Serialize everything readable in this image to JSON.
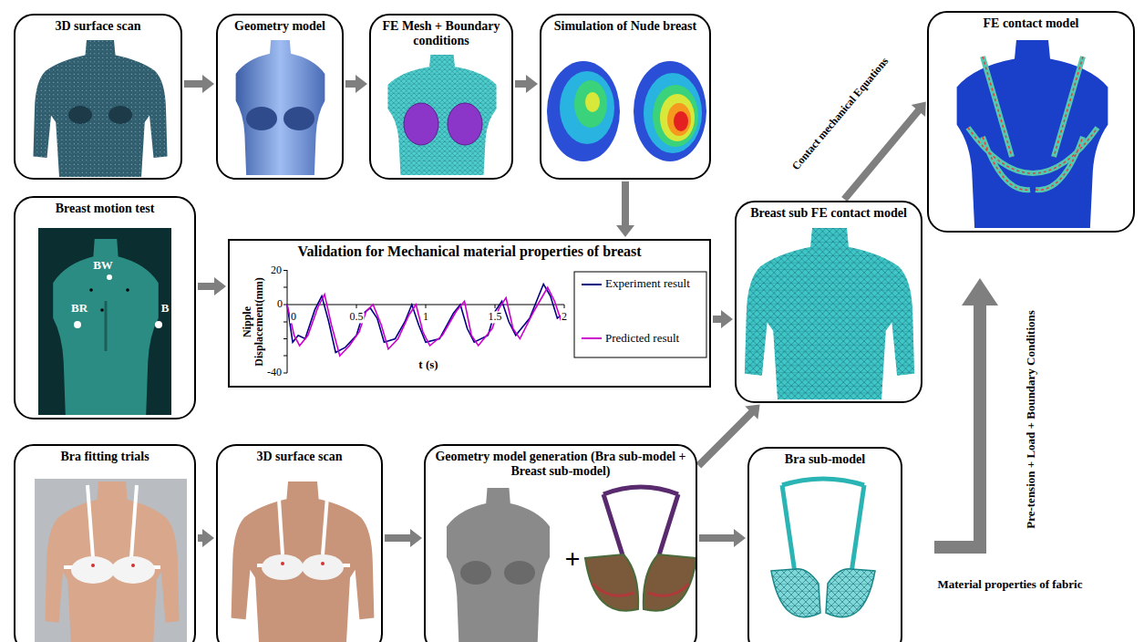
{
  "diagram": {
    "nodes": [
      {
        "text": [
          "3D surface scan"
        ]
      },
      {
        "text": [
          "Geometry model"
        ]
      },
      {
        "text": [
          "FE Mesh + Boundary conditions"
        ]
      },
      {
        "text": [
          "Simulation of Nude breast"
        ]
      },
      {
        "text": [
          "FE contact model"
        ]
      },
      {
        "text": [
          "Breast motion test"
        ]
      },
      {
        "text": [
          "Validation for Mechanical material properties of breast"
        ]
      },
      {
        "text": [
          "Breast sub FE contact model"
        ]
      },
      {
        "text": [
          "Bra fitting trials"
        ]
      },
      {
        "text": [
          "3D surface scan"
        ]
      },
      {
        "text": [
          "Geometry model generation (Bra sub-model + Breast sub-model)"
        ]
      },
      {
        "text": [
          "Bra sub-model"
        ]
      }
    ],
    "edges": [
      {
        "from": 0,
        "to": 1,
        "arrow": "to"
      },
      {
        "from": 1,
        "to": 2,
        "arrow": "to"
      },
      {
        "from": 2,
        "to": 3,
        "arrow": "to"
      },
      {
        "from": 3,
        "to": 6,
        "arrow": "to"
      },
      {
        "from": 5,
        "to": 6,
        "arrow": "to"
      },
      {
        "from": 6,
        "to": 7,
        "arrow": "to"
      },
      {
        "from": 7,
        "to": 4,
        "label": "Contact mechanical Equations",
        "arrow": "to"
      },
      {
        "from": 8,
        "to": 9,
        "arrow": "to"
      },
      {
        "from": 9,
        "to": 10,
        "arrow": "to"
      },
      {
        "from": 10,
        "to": 7,
        "arrow": "to"
      },
      {
        "from": 10,
        "to": 11,
        "arrow": "to"
      }
    ],
    "labels": [
      "BW",
      "BR",
      "B",
      "20",
      "0",
      "-40",
      "0",
      "0.5",
      "1",
      "1.5",
      "2",
      "Nipple Displacement(mm)",
      "t (s)",
      "+",
      "Pre-tension + Load + Boundary Conditions",
      "Material properties of fabric"
    ],
    "legend": [
      {
        "text": "Experiment result"
      },
      {
        "text": "Predicted result"
      }
    ]
  }
}
